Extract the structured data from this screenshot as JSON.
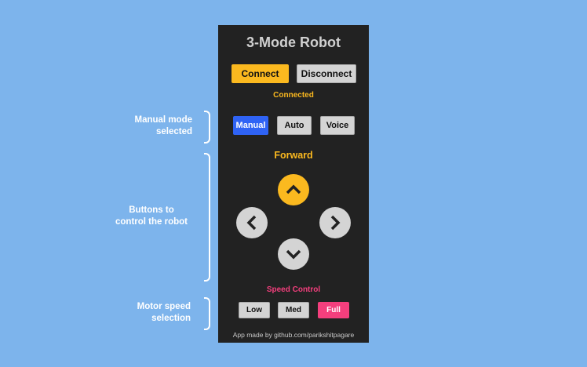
{
  "app": {
    "title": "3-Mode Robot",
    "footer": "App made by github.com/parikshitpagare"
  },
  "connection": {
    "connect_label": "Connect",
    "disconnect_label": "Disconnect",
    "status": "Connected"
  },
  "modes": {
    "items": [
      "Manual",
      "Auto",
      "Voice"
    ],
    "selected": "Manual"
  },
  "direction": {
    "status": "Forward"
  },
  "speed": {
    "label": "Speed Control",
    "items": [
      "Low",
      "Med",
      "Full"
    ],
    "selected": "Full"
  },
  "annotations": {
    "mode": [
      "Manual mode",
      "selected"
    ],
    "buttons": [
      "Buttons to",
      "control the robot"
    ],
    "speed": [
      "Motor speed",
      "selection"
    ]
  },
  "colors": {
    "accent": "#fbb91f",
    "mode_active": "#2f63f5",
    "speed_active": "#f43f7d",
    "button": "#d4d4d4",
    "panel": "#222222"
  }
}
